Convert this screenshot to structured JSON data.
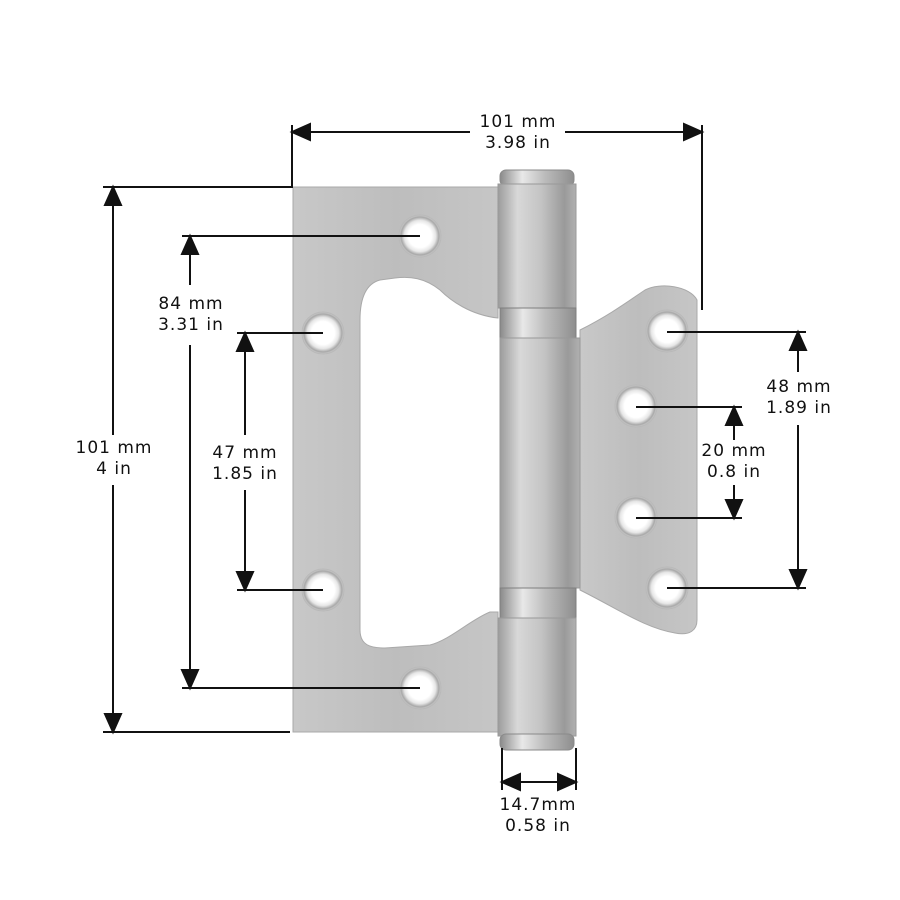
{
  "diagram": {
    "subject": "Butterfly door hinge (flag hinge) with dimensions",
    "colors": {
      "background": "#ffffff",
      "metal_light": "#d2d2d2",
      "metal_mid": "#b4b4b4",
      "metal_dark": "#8e8e8e",
      "dimension_line": "#111111"
    }
  },
  "dimensions": {
    "overall_width": {
      "mm": "101 mm",
      "in": "3.98 in"
    },
    "overall_height": {
      "mm": "101 mm",
      "in": "4 in"
    },
    "outer_hole_spacing_left": {
      "mm": "84 mm",
      "in": "3.31 in"
    },
    "inner_hole_spacing_left": {
      "mm": "47 mm",
      "in": "1.85 in"
    },
    "outer_hole_spacing_right": {
      "mm": "48 mm",
      "in": "1.89 in"
    },
    "inner_hole_spacing_right": {
      "mm": "20 mm",
      "in": "0.8 in"
    },
    "knuckle_diameter": {
      "mm": "14.7mm",
      "in": "0.58 in"
    }
  }
}
